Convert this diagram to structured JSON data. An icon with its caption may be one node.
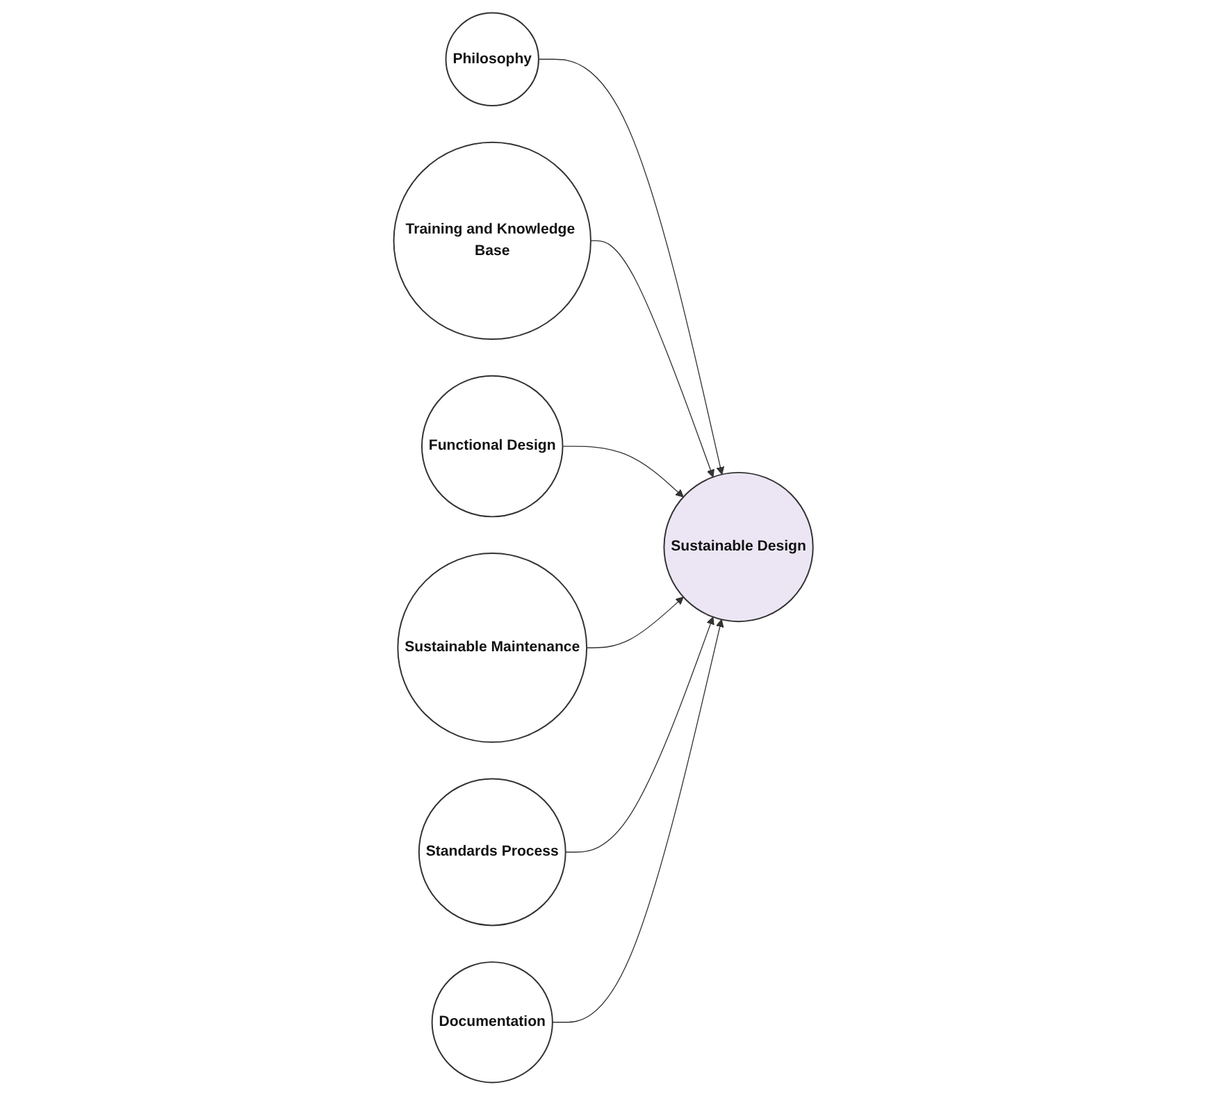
{
  "diagram": {
    "nodes": [
      {
        "text": [
          "Philosophy"
        ]
      },
      {
        "text": [
          "Training and Knowledge Base"
        ]
      },
      {
        "text": [
          "Functional Design"
        ]
      },
      {
        "text": [
          "Sustainable Design"
        ]
      },
      {
        "text": [
          "Sustainable Maintenance"
        ]
      },
      {
        "text": [
          "Standards Process"
        ]
      },
      {
        "text": [
          "Documentation"
        ]
      }
    ],
    "edges": [
      {
        "from": 0,
        "to": 3,
        "arrow": "to"
      },
      {
        "from": 1,
        "to": 3,
        "arrow": "to"
      },
      {
        "from": 2,
        "to": 3,
        "arrow": "to"
      },
      {
        "from": 4,
        "to": 3,
        "arrow": "to"
      },
      {
        "from": 5,
        "to": 3,
        "arrow": "to"
      },
      {
        "from": 6,
        "to": 3,
        "arrow": "to"
      }
    ]
  }
}
